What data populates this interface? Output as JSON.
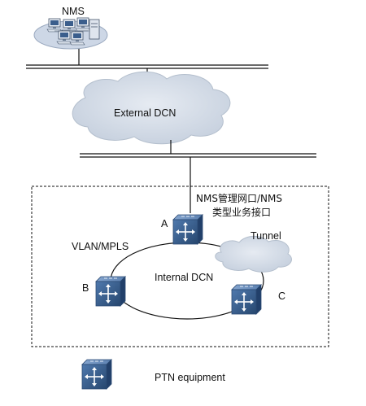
{
  "nodes": {
    "nms": {
      "label": "NMS"
    },
    "external_dcn": {
      "label": "External DCN"
    },
    "internal_dcn": {
      "label": "Internal DCN"
    },
    "tunnel": {
      "label": "Tunnel"
    },
    "vlan_mpls": {
      "label": "VLAN/MPLS"
    },
    "ne_a": {
      "label": "A"
    },
    "ne_b": {
      "label": "B"
    },
    "ne_c": {
      "label": "C"
    }
  },
  "interface_label": {
    "line1": "NMS管理网口/NMS",
    "line2": "类型业务接口"
  },
  "legend": {
    "ptn_equipment": "PTN equipment"
  },
  "colors": {
    "cloud_fill": "#d3dbe6",
    "cloud_stroke": "#b7c2d1",
    "device_body": "#3a5f8f",
    "device_top": "#6f93c0",
    "nms_base": "#c9d4e4",
    "line": "#111111"
  },
  "icons": {
    "ptn": "ptn-router-icon",
    "nms": "nms-workstations-icon"
  }
}
